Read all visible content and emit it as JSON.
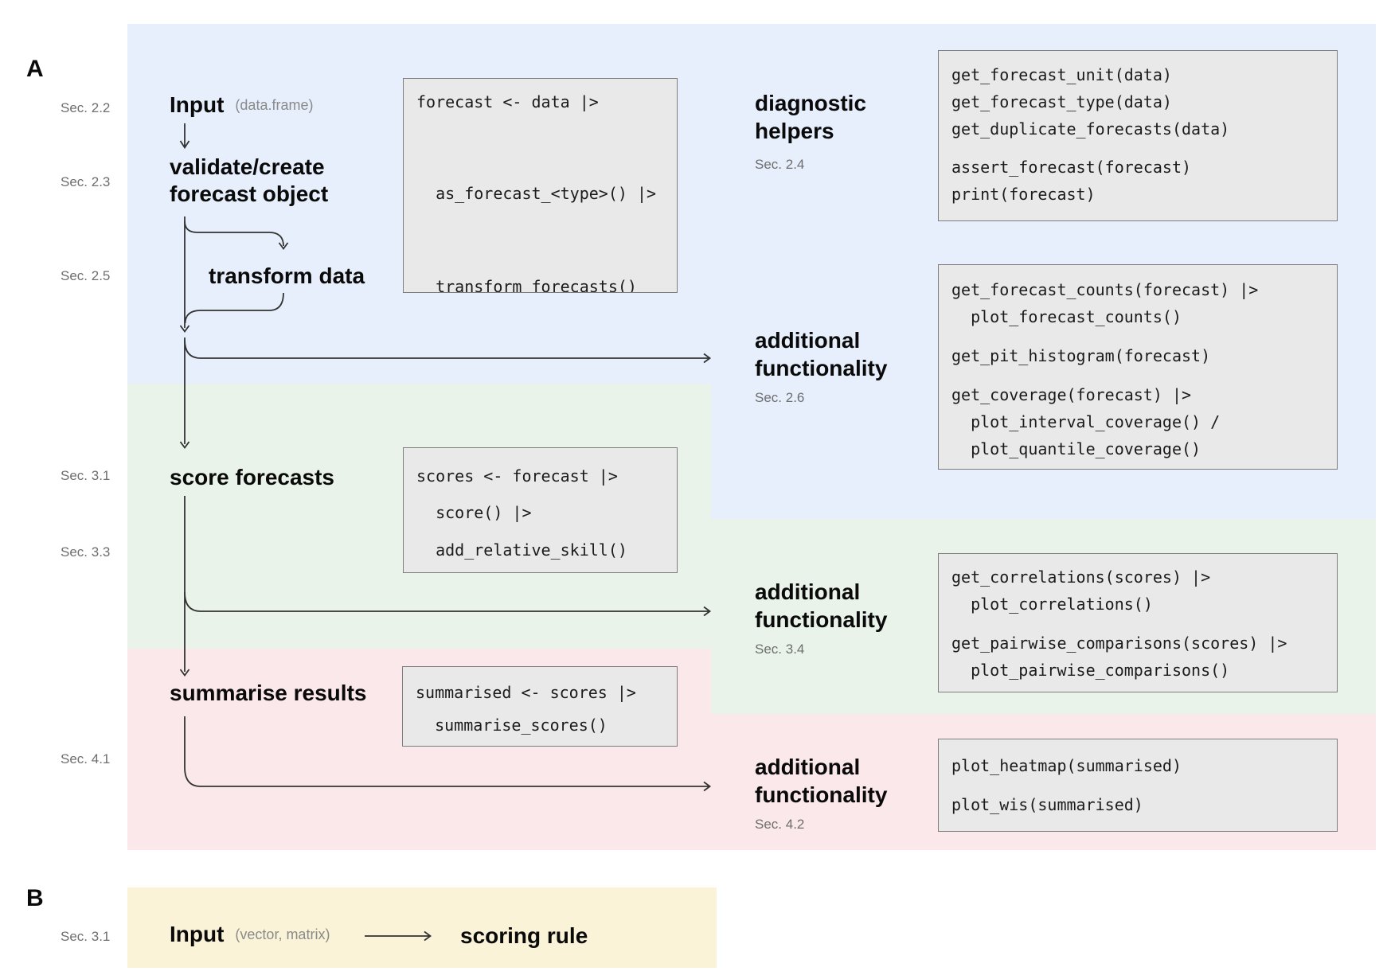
{
  "colors": {
    "region_blue": "#e6effb",
    "region_green": "#e9f3ea",
    "region_pink": "#fbe8ea",
    "region_yellow": "#faf3d8",
    "code_box_bg": "#e9e9e9",
    "code_box_border": "#7d7d7d",
    "arrow": "#333333",
    "section_label": "#6e6e6e",
    "annotation": "#8a8a8a",
    "heading": "#0a0a0a"
  },
  "panel_a": {
    "label": "A",
    "side_sections": [
      "Sec. 2.2",
      "Sec. 2.3",
      "Sec. 2.5",
      "Sec. 3.1",
      "Sec. 3.3",
      "Sec. 4.1"
    ],
    "flow": {
      "input_title": "Input",
      "input_annotation": "(data.frame)",
      "validate_line1": "validate/create",
      "validate_line2": "forecast object",
      "transform": "transform data",
      "score": "score forecasts",
      "summarise": "summarise results"
    },
    "code_boxes": {
      "create": [
        "forecast <- data |>",
        "  as_forecast_<type>() |>",
        "  transform_forecasts()"
      ],
      "score": [
        "scores <- forecast |>",
        "  score() |>",
        "  add_relative_skill()"
      ],
      "summarise": [
        "summarised <- scores |>",
        "  summarise_scores()"
      ]
    },
    "right_column": [
      {
        "title_line1": "diagnostic",
        "title_line2": "helpers",
        "section": "Sec. 2.4",
        "code": [
          "get_forecast_unit(data)",
          "get_forecast_type(data)",
          "get_duplicate_forecasts(data)",
          "assert_forecast(forecast)",
          "print(forecast)"
        ]
      },
      {
        "title_line1": "additional",
        "title_line2": "functionality",
        "section": "Sec. 2.6",
        "code": [
          "get_forecast_counts(forecast) |>",
          "  plot_forecast_counts()",
          "get_pit_histogram(forecast)",
          "get_coverage(forecast) |>",
          "  plot_interval_coverage() /",
          "  plot_quantile_coverage()"
        ]
      },
      {
        "title_line1": "additional",
        "title_line2": "functionality",
        "section": "Sec. 3.4",
        "code": [
          "get_correlations(scores) |>",
          "  plot_correlations()",
          "get_pairwise_comparisons(scores) |>",
          "  plot_pairwise_comparisons()"
        ]
      },
      {
        "title_line1": "additional",
        "title_line2": "functionality",
        "section": "Sec. 4.2",
        "code": [
          "plot_heatmap(summarised)",
          "plot_wis(summarised)"
        ]
      }
    ]
  },
  "panel_b": {
    "label": "B",
    "section": "Sec. 3.1",
    "input_title": "Input",
    "input_annotation": "(vector, matrix)",
    "target": "scoring rule"
  }
}
